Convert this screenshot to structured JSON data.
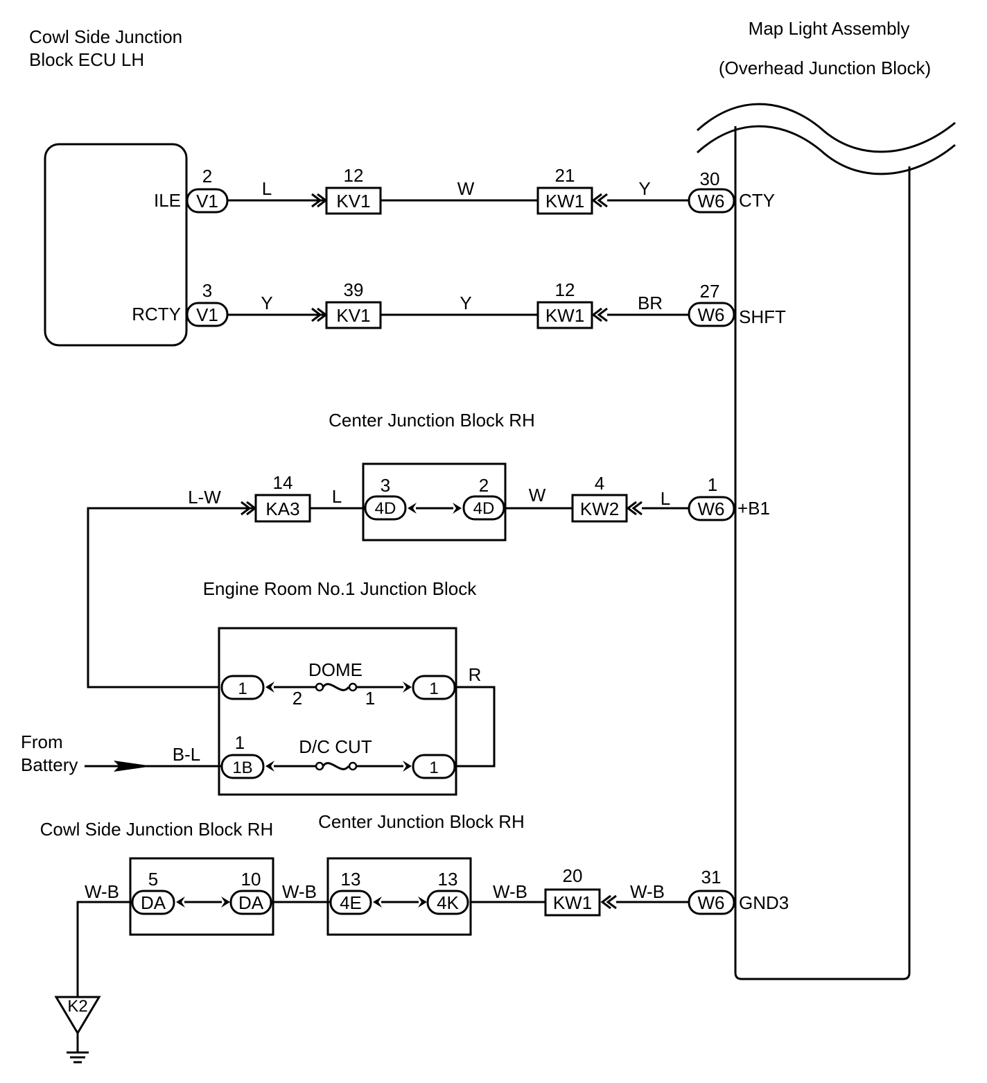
{
  "headings": {
    "cowl_lh_line1": "Cowl Side Junction",
    "cowl_lh_line2": "Block ECU LH",
    "map_light_line1": "Map Light Assembly",
    "map_light_line2": "(Overhead Junction Block)",
    "center_jb_rh_top": "Center Junction Block RH",
    "engine_room": "Engine Room No.1 Junction Block",
    "center_jb_rh_bottom": "Center Junction Block RH",
    "cowl_rh": "Cowl Side Junction Block RH",
    "from_line1": "From",
    "from_line2": "Battery"
  },
  "terminals": {
    "ile": "ILE",
    "rcty": "RCTY",
    "cty": "CTY",
    "shft": "SHFT",
    "b1": "+B1",
    "gnd3": "GND3"
  },
  "row1": {
    "pin_v1": "2",
    "conn_v1": "V1",
    "wire_a": "L",
    "pin_kv1": "12",
    "conn_kv1": "KV1",
    "wire_b": "W",
    "pin_kw1": "21",
    "conn_kw1": "KW1",
    "wire_c": "Y",
    "pin_w6": "30",
    "conn_w6": "W6"
  },
  "row2": {
    "pin_v1": "3",
    "conn_v1": "V1",
    "wire_a": "Y",
    "pin_kv1": "39",
    "conn_kv1": "KV1",
    "wire_b": "Y",
    "pin_kw1": "12",
    "conn_kw1": "KW1",
    "wire_c": "BR",
    "pin_w6": "27",
    "conn_w6": "W6"
  },
  "row3": {
    "wire_lw": "L-W",
    "pin_ka3": "14",
    "conn_ka3": "KA3",
    "wire_l1": "L",
    "pin_4d_left": "3",
    "conn_4d_left": "4D",
    "pin_4d_right": "2",
    "conn_4d_right": "4D",
    "wire_w": "W",
    "pin_kw2": "4",
    "conn_kw2": "KW2",
    "wire_l2": "L",
    "pin_w6": "1",
    "conn_w6": "W6"
  },
  "engine_block": {
    "fuse_dome": "DOME",
    "dome_pin_left": "2",
    "dome_pin_right": "1",
    "conn_dome_left": "1",
    "conn_dome_right": "1",
    "wire_r": "R",
    "fuse_dc": "D/C CUT",
    "pin_1b": "1",
    "conn_1b": "1B",
    "conn_dc_right": "1",
    "wire_bl": "B-L"
  },
  "row4": {
    "wire_wb_ground": "W-B",
    "pin_da_left": "5",
    "conn_da_left": "DA",
    "pin_da_right": "10",
    "conn_da_right": "DA",
    "wire_wb_a": "W-B",
    "pin_4e": "13",
    "conn_4e": "4E",
    "pin_4k": "13",
    "conn_4k": "4K",
    "wire_wb_b": "W-B",
    "pin_kw1": "20",
    "conn_kw1": "KW1",
    "wire_wb_c": "W-B",
    "pin_w6": "31",
    "conn_w6": "W6",
    "ground_label": "K2"
  }
}
